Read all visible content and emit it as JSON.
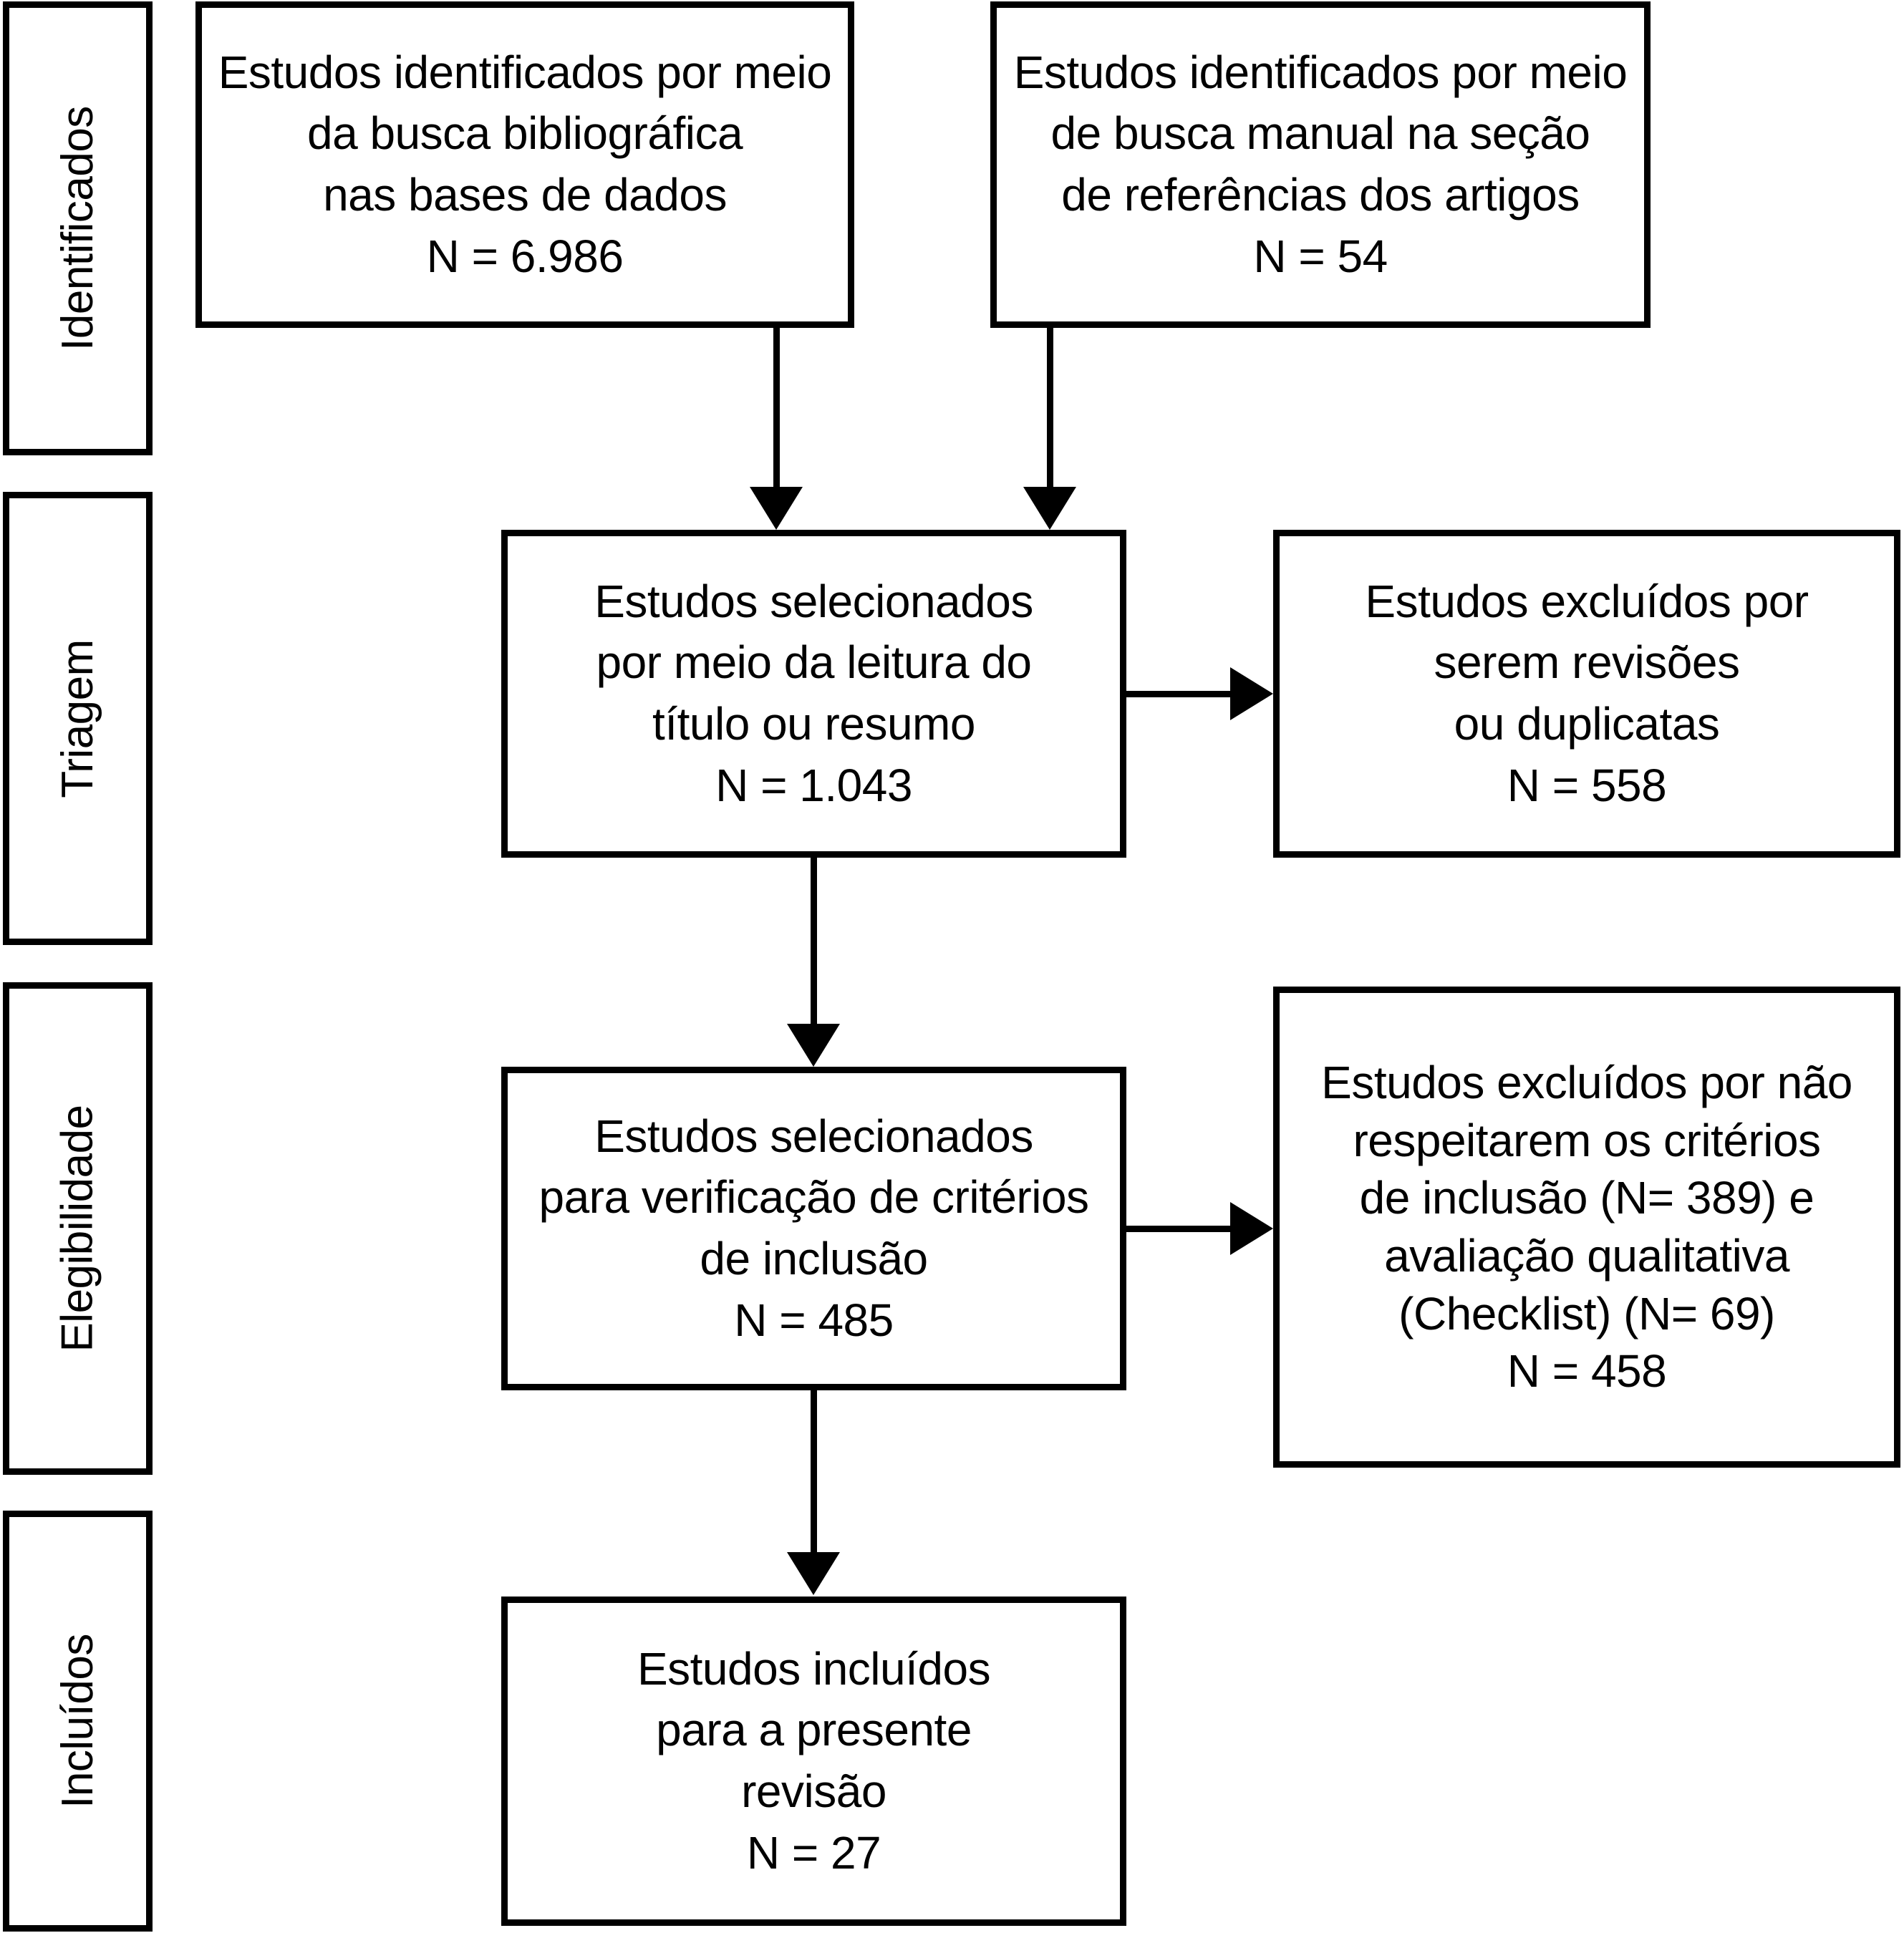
{
  "diagram": {
    "type": "prisma-flow-diagram",
    "language": "pt-BR",
    "colors": {
      "stroke": "#000000",
      "background": "#ffffff",
      "text": "#000000"
    }
  },
  "stages": [
    {
      "id": "identificados",
      "label": "Identificados"
    },
    {
      "id": "triagem",
      "label": "Triagem"
    },
    {
      "id": "elegibilidade",
      "label": "Elegibilidade"
    },
    {
      "id": "incluidos",
      "label": "Incluídos"
    }
  ],
  "boxes": {
    "database_search": {
      "lines": [
        "Estudos identificados por meio",
        "da busca bibliográfica",
        "nas bases de dados",
        "N = 6.986"
      ],
      "count": 6986
    },
    "manual_search": {
      "lines": [
        "Estudos identificados por meio",
        "de busca manual na seção",
        "de referências dos artigos",
        "N = 54"
      ],
      "count": 54
    },
    "screened": {
      "lines": [
        "Estudos selecionados",
        "por meio da leitura do",
        "título ou resumo",
        "N = 1.043"
      ],
      "count": 1043
    },
    "excluded_reviews": {
      "lines": [
        "Estudos excluídos por",
        "serem revisões",
        "ou duplicatas",
        "N = 558"
      ],
      "count": 558
    },
    "eligibility": {
      "lines": [
        "Estudos selecionados",
        "para verificação de critérios",
        "de inclusão",
        "N = 485"
      ],
      "count": 485
    },
    "excluded_criteria": {
      "lines": [
        "Estudos excluídos por não",
        "respeitarem os critérios",
        "de inclusão (N= 389) e",
        "avaliação qualitativa",
        "(Checklist) (N= 69)",
        "N = 458"
      ],
      "count": 458,
      "subcounts": {
        "criteria": 389,
        "checklist": 69
      }
    },
    "included": {
      "lines": [
        "Estudos incluídos",
        "para a presente",
        "revisão",
        "N = 27"
      ],
      "count": 27
    }
  },
  "connectors": [
    {
      "id": "database-to-screened",
      "direction": "down"
    },
    {
      "id": "manual-to-screened",
      "direction": "down"
    },
    {
      "id": "screened-to-excluded-reviews",
      "direction": "right"
    },
    {
      "id": "screened-to-eligibility",
      "direction": "down"
    },
    {
      "id": "eligibility-to-excluded-criteria",
      "direction": "right"
    },
    {
      "id": "eligibility-to-included",
      "direction": "down"
    }
  ]
}
